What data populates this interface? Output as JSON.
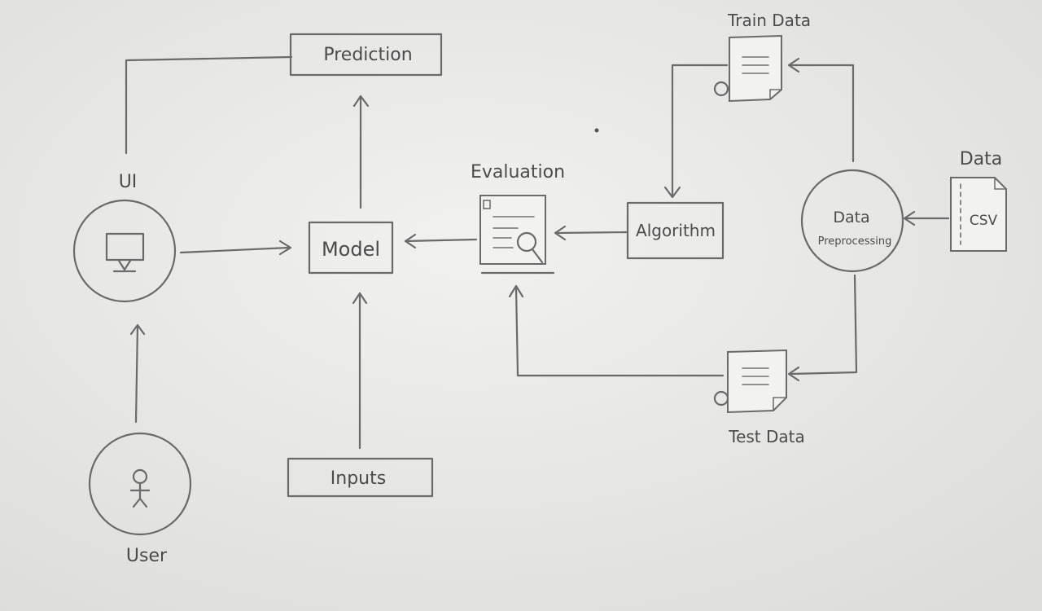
{
  "diagram": {
    "nodes": {
      "prediction": "Prediction",
      "ui": "UI",
      "model": "Model",
      "evaluation": "Evaluation",
      "algorithm": "Algorithm",
      "data_preprocessing_line1": "Data",
      "data_preprocessing_line2": "Preprocessing",
      "data": "Data",
      "csv": "CSV",
      "train_data": "Train Data",
      "test_data": "Test Data",
      "inputs": "Inputs",
      "user": "User"
    },
    "edges": [
      {
        "from": "ui",
        "to": "prediction"
      },
      {
        "from": "model",
        "to": "prediction"
      },
      {
        "from": "ui",
        "to": "model"
      },
      {
        "from": "inputs",
        "to": "model"
      },
      {
        "from": "user",
        "to": "ui"
      },
      {
        "from": "evaluation",
        "to": "model"
      },
      {
        "from": "algorithm",
        "to": "evaluation"
      },
      {
        "from": "train_data",
        "to": "algorithm"
      },
      {
        "from": "data_preprocessing",
        "to": "train_data"
      },
      {
        "from": "data_preprocessing",
        "to": "test_data"
      },
      {
        "from": "test_data",
        "to": "evaluation"
      },
      {
        "from": "data",
        "to": "data_preprocessing"
      }
    ],
    "icons": {
      "ui": "monitor-icon",
      "user": "stick-figure-icon",
      "evaluation": "document-magnifier-icon",
      "train_data": "document-icon",
      "test_data": "document-icon",
      "data": "csv-file-icon"
    },
    "colors": {
      "paper": "#e9e9e7",
      "pencil": "#6a6a6a",
      "text": "#4b4b4b"
    }
  }
}
